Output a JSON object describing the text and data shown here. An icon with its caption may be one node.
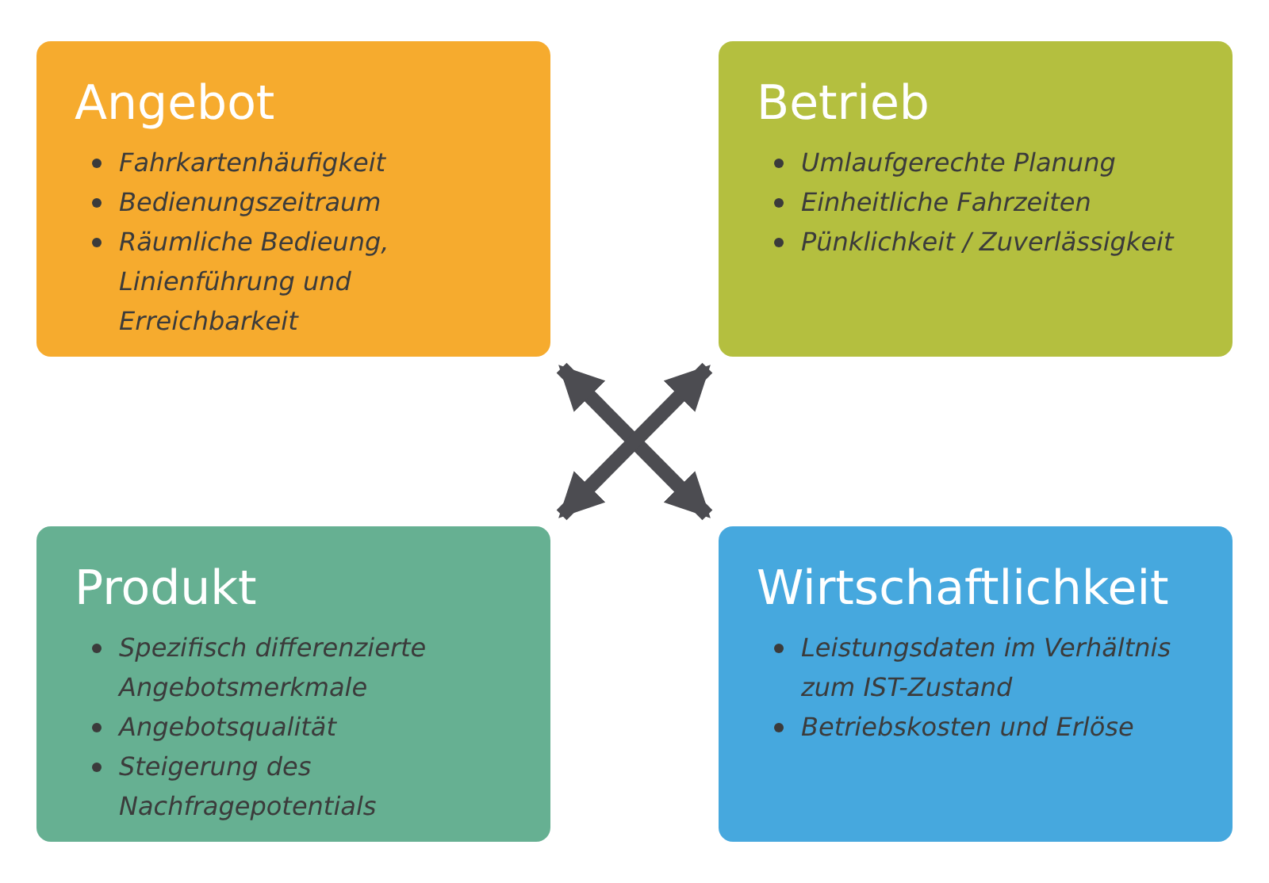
{
  "diagram": {
    "nodes": [
      {
        "text": [
          "Angebot",
          "Fahrkartenhäufigkeit",
          "Bedienungszeitraum",
          "Räumliche Bedieung, Linienführung und Erreichbarkeit"
        ]
      },
      {
        "text": [
          "Betrieb",
          "Umlaufgerechte Planung",
          "Einheitliche Fahrzeiten",
          "Pünklichkeit / Zuverlässigkeit"
        ]
      },
      {
        "text": [
          "Produkt",
          "Spezifisch differenzierte Angebotsmerkmale",
          "Angebotsqualität",
          "Steigerung des Nachfragepotentials"
        ]
      },
      {
        "text": [
          "Wirtschaftlichkeit",
          "Leistungsdaten im Verhältnis zum IST-Zustand",
          "Betriebskosten und Erlöse"
        ]
      }
    ],
    "edges": [
      {
        "from": 0,
        "to": 3,
        "arrow": "both"
      },
      {
        "from": 1,
        "to": 2,
        "arrow": "both"
      }
    ]
  }
}
